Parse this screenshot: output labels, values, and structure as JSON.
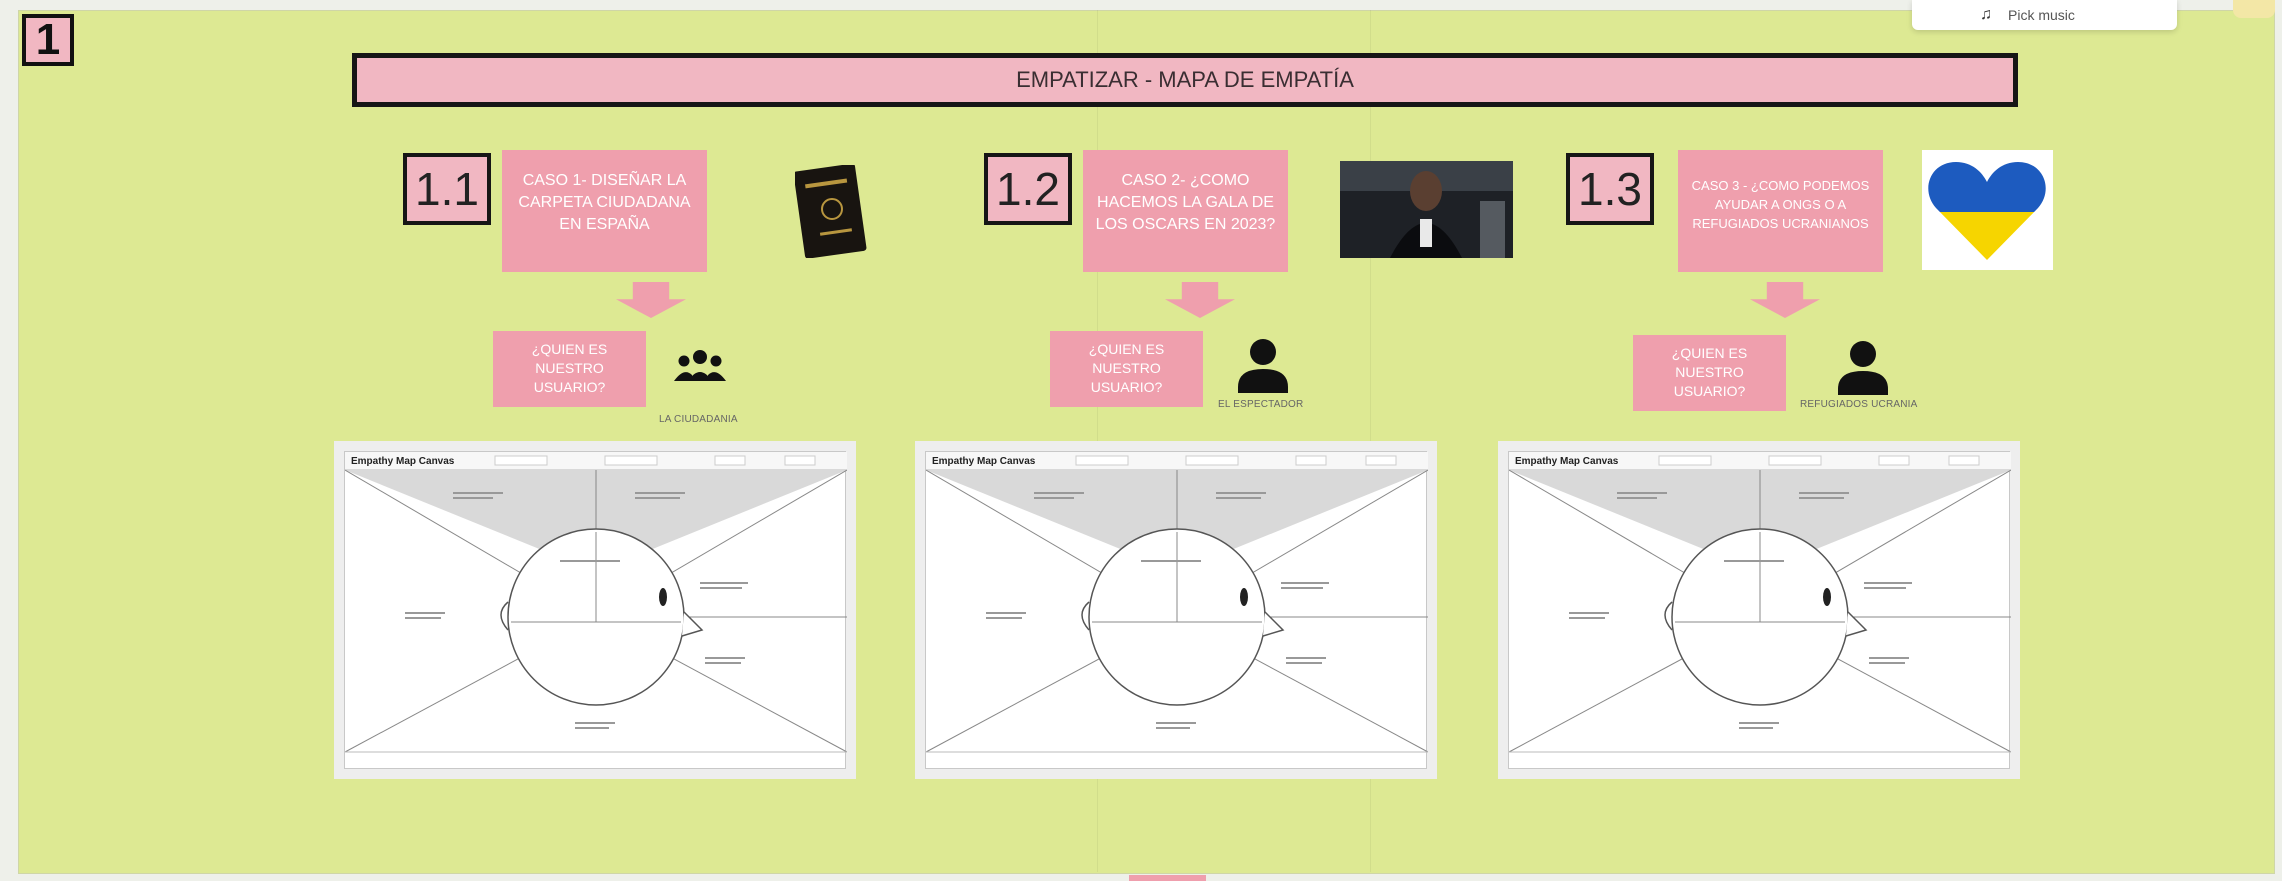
{
  "frame": {
    "number": "1"
  },
  "title": "EMPATIZAR - MAPA DE EMPATÍA",
  "toolbar": {
    "music_label": "Pick music",
    "music_icon": "music-note-icon"
  },
  "cases": [
    {
      "number": "1.1",
      "title": "CASO 1- DISEÑAR LA CARPETA CIUDADANA EN ESPAÑA",
      "question": "¿QUIEN ES NUESTRO USUARIO?",
      "user_label": "LA CIUDADANIA",
      "user_icon": "group-icon",
      "image": "passport-icon"
    },
    {
      "number": "1.2",
      "title": "CASO 2- ¿COMO HACEMOS LA GALA DE LOS OSCARS EN 2023?",
      "question": "¿QUIEN ES NUESTRO USUARIO?",
      "user_label": "EL ESPECTADOR",
      "user_icon": "person-icon",
      "image": "photo"
    },
    {
      "number": "1.3",
      "title": "CASO 3 - ¿COMO PODEMOS AYUDAR A ONGS O A REFUGIADOS UCRANIANOS",
      "question": "¿QUIEN ES NUESTRO USUARIO?",
      "user_label": "REFUGIADOS UCRANIA",
      "user_icon": "person-icon",
      "image": "ukraine-heart-icon"
    }
  ],
  "canvas": {
    "title": "Empathy Map Canvas",
    "accent": "#d9d9d9"
  },
  "colors": {
    "board": "#dde993",
    "pink": "#ef9fad",
    "title_pink": "#f1b7c2",
    "border": "#161616"
  }
}
